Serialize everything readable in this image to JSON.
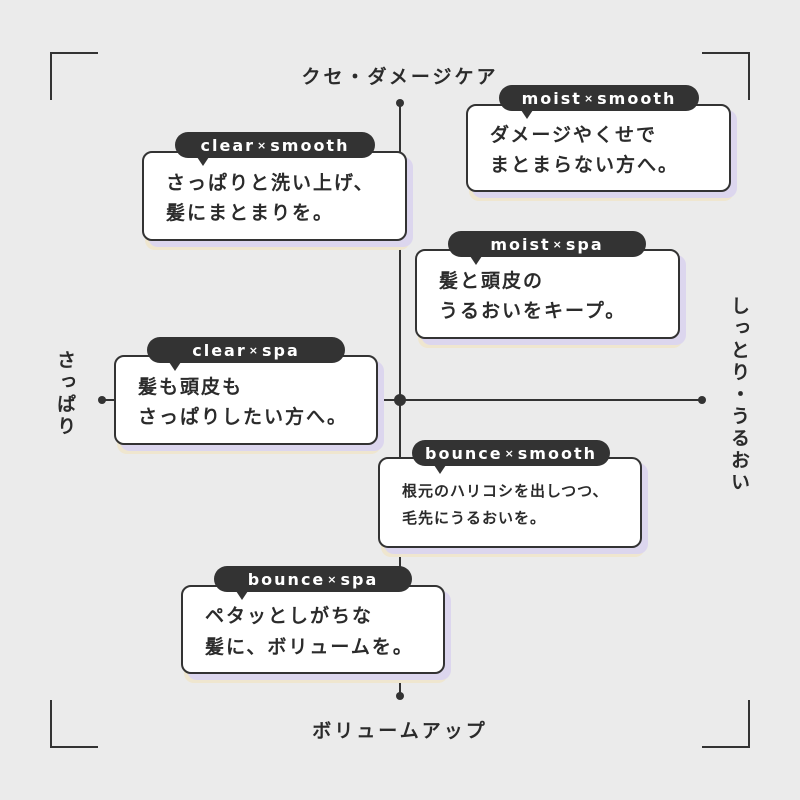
{
  "axes": {
    "top": "クセ・ダメージケア",
    "bottom": "ボリュームアップ",
    "left": "さっぱり",
    "right": "しっとり・うるおい"
  },
  "cards": [
    {
      "id": "clear-smooth",
      "tag_a": "clear",
      "tag_sep": "×",
      "tag_b": "smooth",
      "text": "さっぱりと洗い上げ、\n髪にまとまりを。"
    },
    {
      "id": "moist-smooth",
      "tag_a": "moist",
      "tag_sep": "×",
      "tag_b": "smooth",
      "text": "ダメージやくせで\nまとまらない方へ。"
    },
    {
      "id": "moist-spa",
      "tag_a": "moist",
      "tag_sep": "×",
      "tag_b": "spa",
      "text": "髪と頭皮の\nうるおいをキープ。"
    },
    {
      "id": "clear-spa",
      "tag_a": "clear",
      "tag_sep": "×",
      "tag_b": "spa",
      "text": "髪も頭皮も\nさっぱりしたい方へ。"
    },
    {
      "id": "bounce-smooth",
      "tag_a": "bounce",
      "tag_sep": "×",
      "tag_b": "smooth",
      "text": "根元のハリコシを出しつつ、\n毛先にうるおいを。"
    },
    {
      "id": "bounce-spa",
      "tag_a": "bounce",
      "tag_sep": "×",
      "tag_b": "spa",
      "text": "ペタッとしがちな\n髪に、ボリュームを。"
    }
  ]
}
